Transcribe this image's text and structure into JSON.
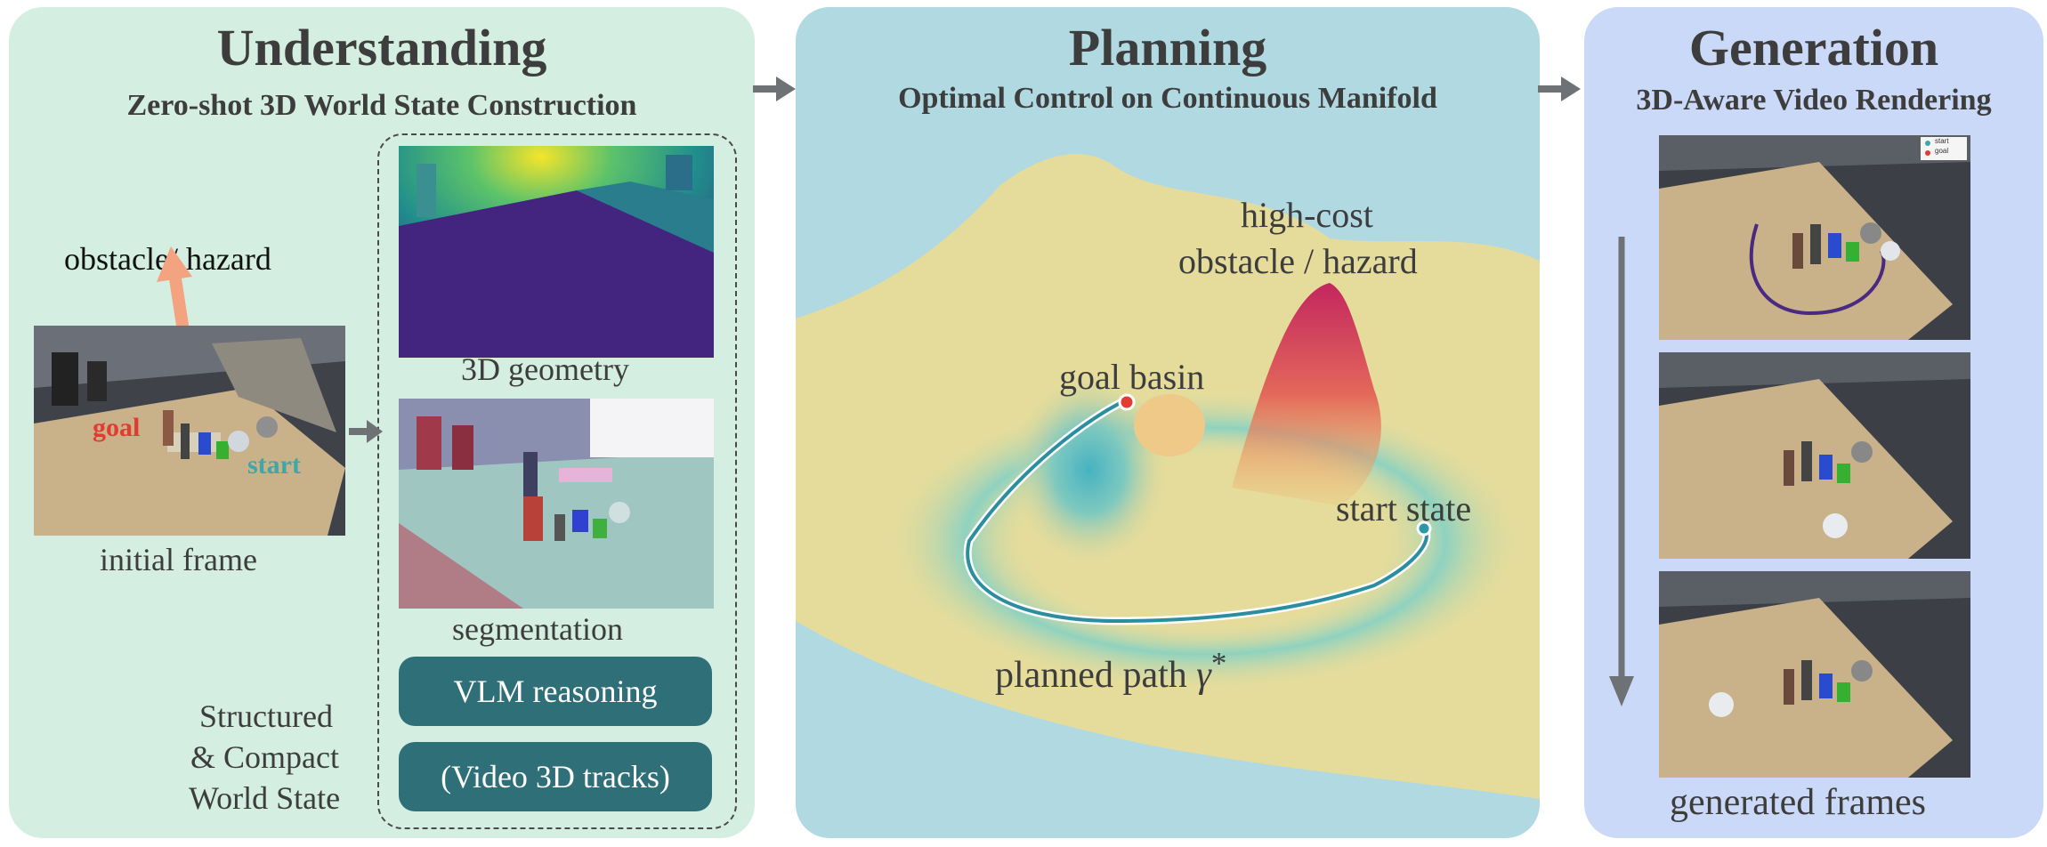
{
  "understanding": {
    "title": "Understanding",
    "subtitle": "Zero-shot 3D World State Construction",
    "obstacle_label": "obstacle/ hazard",
    "goal_label": "goal",
    "start_label": "start",
    "initial_frame_caption": "initial frame",
    "geometry_caption": "3D geometry",
    "segmentation_caption": "segmentation",
    "vlm_button": "VLM reasoning",
    "tracks_button": "(Video 3D tracks)",
    "world_state_line1": "Structured",
    "world_state_line2": "& Compact",
    "world_state_line3": "World State"
  },
  "planning": {
    "title": "Planning",
    "subtitle": "Optimal Control on Continuous Manifold",
    "high_cost_line1": "high-cost",
    "high_cost_line2": "obstacle / hazard",
    "goal_basin": "goal basin",
    "start_state": "start state",
    "planned_path": "planned path",
    "path_symbol": "γ",
    "path_superscript": "*"
  },
  "generation": {
    "title": "Generation",
    "subtitle": "3D-Aware Video Rendering",
    "caption": "generated frames",
    "legend_start": "start",
    "legend_goal": "goal"
  },
  "colors": {
    "understanding_bg": "#d4efe1",
    "planning_bg": "#b0d9e2",
    "generation_bg": "#cad9f7",
    "button_bg": "#2f6f78",
    "goal_red": "#e03c32",
    "start_teal": "#3fa7a8",
    "arrow_gray": "#6e7275"
  }
}
